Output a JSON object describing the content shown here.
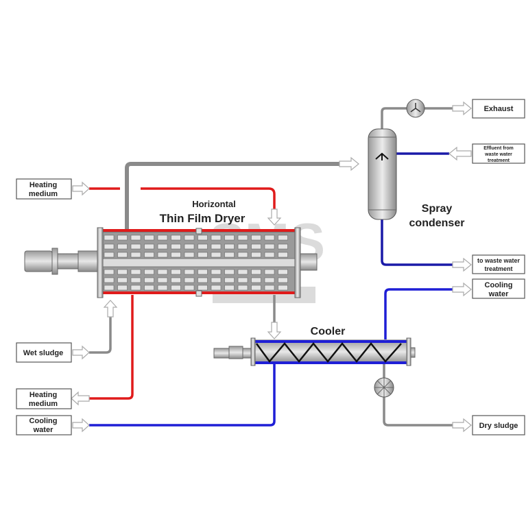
{
  "labels": {
    "heating_medium_in": [
      "Heating",
      "medium"
    ],
    "wet_sludge": "Wet sludge",
    "heating_medium_out": [
      "Heating",
      "medium"
    ],
    "cooling_water_left": [
      "Cooling",
      "water"
    ],
    "exhaust": "Exhaust",
    "effluent": [
      "Effluent from",
      "waste water",
      "treatment"
    ],
    "to_waste_water": [
      "to waste water",
      "treatment"
    ],
    "cooling_water_right": [
      "Cooling",
      "water"
    ],
    "dry_sludge": "Dry sludge"
  },
  "equipment": {
    "dryer": [
      "Horizontal",
      "Thin Film Dryer"
    ],
    "condenser": [
      "Spray",
      "condenser"
    ],
    "cooler": "Cooler"
  },
  "watermark": "SMS",
  "colors": {
    "heating": "#e01b1b",
    "water": "#1a1aa8",
    "cooling": "#1f1fd6",
    "process": "#8a8a8a"
  }
}
